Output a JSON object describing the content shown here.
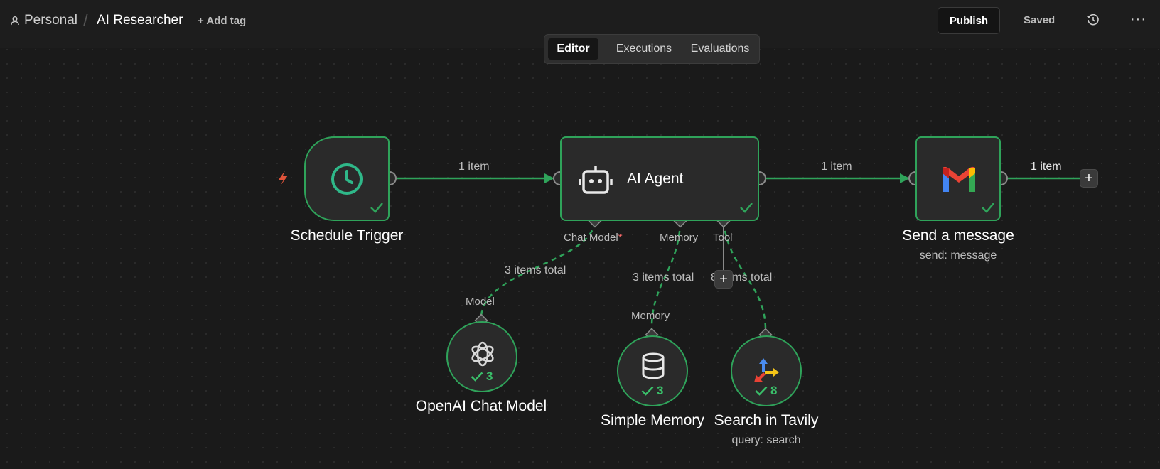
{
  "header": {
    "workspace": "Personal",
    "workflow_title": "AI Researcher",
    "add_tag_label": "+ Add tag",
    "publish_label": "Publish",
    "save_status": "Saved"
  },
  "tabs": [
    {
      "label": "Editor",
      "active": true
    },
    {
      "label": "Executions",
      "active": false
    },
    {
      "label": "Evaluations",
      "active": false
    }
  ],
  "nodes": {
    "schedule_trigger": {
      "label": "Schedule Trigger",
      "icon": "clock-icon"
    },
    "ai_agent": {
      "label": "AI Agent",
      "icon": "robot-icon"
    },
    "send_message": {
      "label": "Send a message",
      "subtitle": "send: message",
      "icon": "gmail-icon"
    },
    "openai_chat": {
      "label": "OpenAI Chat Model",
      "count": "3",
      "icon": "openai-icon"
    },
    "simple_memory": {
      "label": "Simple Memory",
      "count": "3",
      "icon": "database-icon"
    },
    "tavily": {
      "label": "Search in Tavily",
      "subtitle": "query: search",
      "count": "8",
      "icon": "tavily-icon"
    }
  },
  "ports": {
    "chat_model": "Chat Model",
    "chat_model_required": "*",
    "memory": "Memory",
    "tool": "Tool",
    "model_in": "Model",
    "memory_in": "Memory"
  },
  "edges": {
    "trigger_to_agent": "1 item",
    "agent_to_gmail": "1 item",
    "gmail_out": "1 item",
    "chat_model_total": "3 items total",
    "memory_total": "3 items total",
    "tool_total": "8 items total"
  },
  "colors": {
    "accent_green": "#2fa35a",
    "trigger_bolt": "#e0533a",
    "canvas_bg": "#1a1a1a"
  }
}
